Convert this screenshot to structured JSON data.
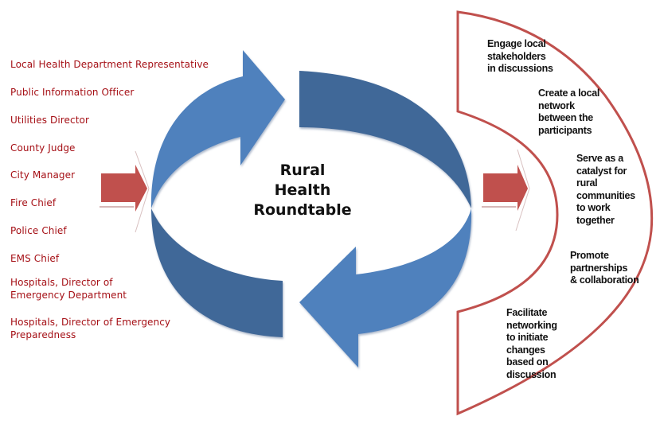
{
  "title": {
    "lines": [
      "Rural",
      "Health",
      "Roundtable"
    ]
  },
  "participants": [
    {
      "lines": [
        "Local Health Department Representative"
      ]
    },
    {
      "lines": [
        "Public Information Officer"
      ]
    },
    {
      "lines": [
        "Utilities Director"
      ]
    },
    {
      "lines": [
        "County Judge"
      ]
    },
    {
      "lines": [
        "City Manager"
      ]
    },
    {
      "lines": [
        "Fire Chief"
      ]
    },
    {
      "lines": [
        "Police Chief"
      ]
    },
    {
      "lines": [
        "EMS Chief"
      ]
    },
    {
      "lines": [
        "Hospitals, Director of",
        "Emergency Department"
      ]
    },
    {
      "lines": [
        "Hospitals, Director of Emergency",
        "Preparedness"
      ]
    }
  ],
  "goals": [
    {
      "lines": [
        "Engage local",
        "stakeholders",
        "in discussions"
      ]
    },
    {
      "lines": [
        "Create a local",
        "network",
        "between the",
        "participants"
      ]
    },
    {
      "lines": [
        "Serve as a",
        "catalyst for",
        "rural",
        "communities",
        "to work",
        "together"
      ]
    },
    {
      "lines": [
        "Promote",
        "partnerships",
        "& collaboration"
      ]
    },
    {
      "lines": [
        "Facilitate",
        "networking",
        "to initiate",
        "changes",
        "based on",
        "discussion"
      ]
    }
  ],
  "colors": {
    "participant_text": "#a50f15",
    "cycle_arrow_light": "#4f81bd",
    "cycle_arrow_dark": "#3f6798",
    "flow_arrow": "#c0504d",
    "goals_outline": "#c0504d",
    "text_dark": "#111111"
  },
  "icons": {
    "cycle": "circular-arrows-icon",
    "input_arrow": "right-arrow-icon",
    "output_arrow": "right-arrow-icon"
  }
}
